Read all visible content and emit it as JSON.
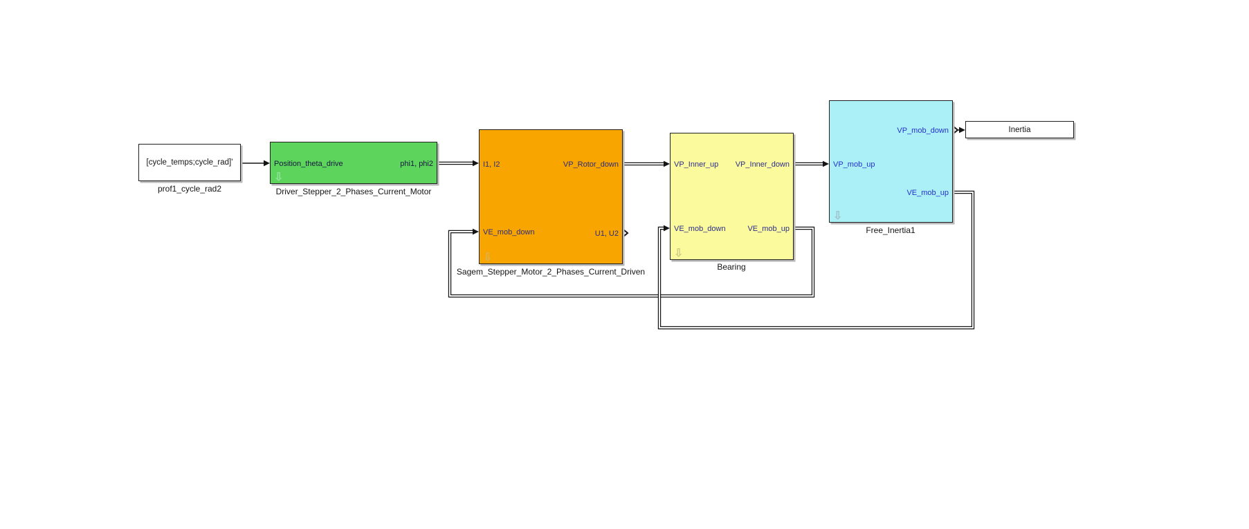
{
  "diagram": {
    "type": "simulink-block-diagram",
    "background_color": "#ffffff",
    "wire_color": "#141414",
    "blocks": {
      "prof1_cycle_rad2": {
        "text": "[cycle_temps;cycle_rad]'",
        "label": "prof1_cycle_rad2",
        "fill": "#ffffff"
      },
      "driver": {
        "label": "Driver_Stepper_2_Phases_Current_Motor",
        "fill": "#5dd55d",
        "icon": "subsystem-down-arrow",
        "ports": {
          "in1": "Position_theta_drive",
          "out1": "phi1, phi2"
        }
      },
      "motor": {
        "label": "Sagem_Stepper_Motor_2_Phases_Current_Driven",
        "fill": "#f9a500",
        "icon": "subsystem-down-arrow",
        "ports": {
          "in1": "I1, I2",
          "in2": "VE_mob_down",
          "out1": "VP_Rotor_down",
          "out2": "U1, U2"
        }
      },
      "bearing": {
        "label": "Bearing",
        "fill": "#fbfb9e",
        "icon": "subsystem-down-arrow",
        "ports": {
          "in1": "VP_Inner_up",
          "in2": "VE_mob_down",
          "out1": "VP_Inner_down",
          "out2": "VE_mob_up"
        }
      },
      "free_inertia1": {
        "label": "Free_Inertia1",
        "fill": "#aaf0f6",
        "icon": "subsystem-down-arrow",
        "ports": {
          "in1": "VP_mob_up",
          "out1": "VP_mob_down",
          "out2": "VE_mob_up"
        }
      },
      "inertia": {
        "text": "Inertia",
        "fill": "#ffffff"
      }
    },
    "connections": [
      {
        "from": "prof1_cycle_rad2",
        "to": "driver.Position_theta_drive",
        "style": "scalar"
      },
      {
        "from": "driver.phi1, phi2",
        "to": "motor.I1, I2",
        "style": "vector"
      },
      {
        "from": "motor.VP_Rotor_down",
        "to": "bearing.VP_Inner_up",
        "style": "vector"
      },
      {
        "from": "bearing.VP_Inner_down",
        "to": "free_inertia1.VP_mob_up",
        "style": "vector"
      },
      {
        "from": "free_inertia1.VP_mob_down",
        "to": "inertia",
        "style": "scalar"
      },
      {
        "from": "bearing.VE_mob_up",
        "to": "motor.VE_mob_down",
        "style": "vector-feedback"
      },
      {
        "from": "free_inertia1.VE_mob_up",
        "to": "bearing.VE_mob_down",
        "style": "vector-feedback"
      },
      {
        "from": "motor.U1, U2",
        "to": null,
        "style": "unconnected-output"
      }
    ]
  }
}
